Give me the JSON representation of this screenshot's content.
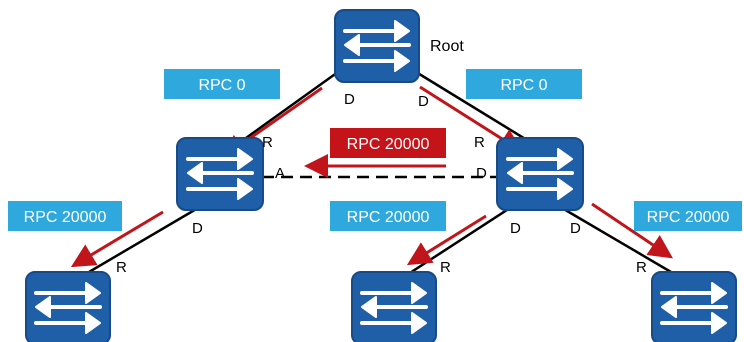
{
  "diagram": {
    "root_label": "Root",
    "colors": {
      "switch_fill": "#1f5fa8",
      "switch_border": "#174a86",
      "link": "#000000",
      "arrow": "#c0161b",
      "cost_box": "#2fa8dd",
      "cost_box_blocked": "#c4141a",
      "cost_text": "#ffffff"
    },
    "cost_labels": {
      "root_left": "RPC 0",
      "root_right": "RPC 0",
      "blocked_link": "RPC 20000",
      "left_leaf": "RPC 20000",
      "right_middle_leaf": "RPC 20000",
      "right_right_leaf": "RPC 20000"
    },
    "port_roles": {
      "root_left_port": "D",
      "root_right_port": "D",
      "left_switch_up_port": "R",
      "left_switch_blocked_port": "A",
      "left_switch_down_port": "D",
      "right_switch_up_port": "R",
      "right_switch_blocked_port": "D",
      "right_switch_down_left_port": "D",
      "right_switch_down_right_port": "D",
      "leaf_left_port": "R",
      "leaf_middle_port": "R",
      "leaf_right_port": "R"
    }
  }
}
